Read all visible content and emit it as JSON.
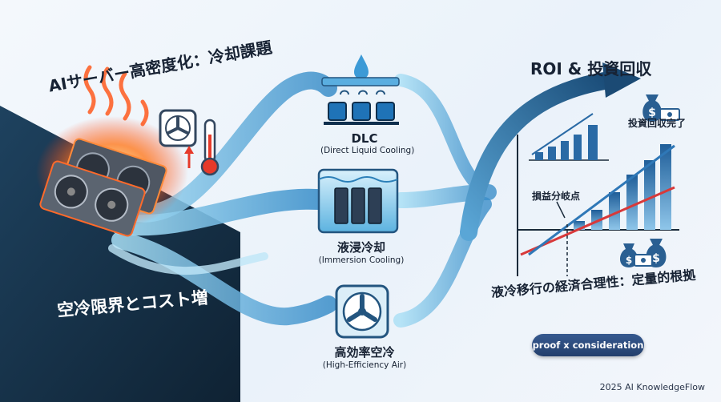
{
  "left": {
    "title": "AIサーバー高密度化：冷却課題",
    "caption": "空冷限界とコスト増"
  },
  "methods": [
    {
      "title": "DLC",
      "subtitle": "(Direct Liquid Cooling)"
    },
    {
      "title": "液浸冷却",
      "subtitle": "(Immersion Cooling)"
    },
    {
      "title": "高効率空冷",
      "subtitle": "(High-Efficiency Air)"
    }
  ],
  "right": {
    "title": "ROI & 投資回収",
    "payback_label": "投資回収完了",
    "breakeven_label": "損益分岐点",
    "caption": "液冷移行の経済合理性：定量的根拠",
    "badge": "proof x consideration"
  },
  "footer": "2025 AI KnowledgeFlow",
  "colors": {
    "navy": "#1b3a57",
    "water": "#4aa8dc",
    "heat": "#ff5a1f",
    "roi_arrow": "#1f5b86",
    "line_red": "#d8393a"
  },
  "icons": [
    "water-drop-icon",
    "fan-icon",
    "thermometer-icon",
    "gpu-card-icon",
    "chip-icon",
    "server-rack-icon",
    "money-bag-icon",
    "dollar-bill-icon"
  ]
}
